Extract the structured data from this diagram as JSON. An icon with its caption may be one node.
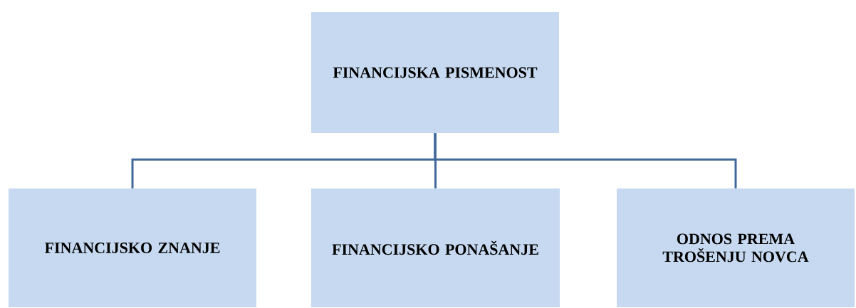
{
  "diagram": {
    "nodes": [
      {
        "text": [
          "FINANCIJSKA PISMENOST"
        ]
      },
      {
        "text": [
          "FINANCIJSKO ZNANJE"
        ]
      },
      {
        "text": [
          "FINANCIJSKO PONAŠANJE"
        ]
      },
      {
        "text": [
          "ODNOS PREMA TROŠENJU NOVCA"
        ]
      }
    ],
    "edges": [
      {
        "from": 0,
        "to": 1,
        "arrow": "none"
      },
      {
        "from": 0,
        "to": 2,
        "arrow": "none"
      },
      {
        "from": 0,
        "to": 3,
        "arrow": "none"
      }
    ]
  }
}
